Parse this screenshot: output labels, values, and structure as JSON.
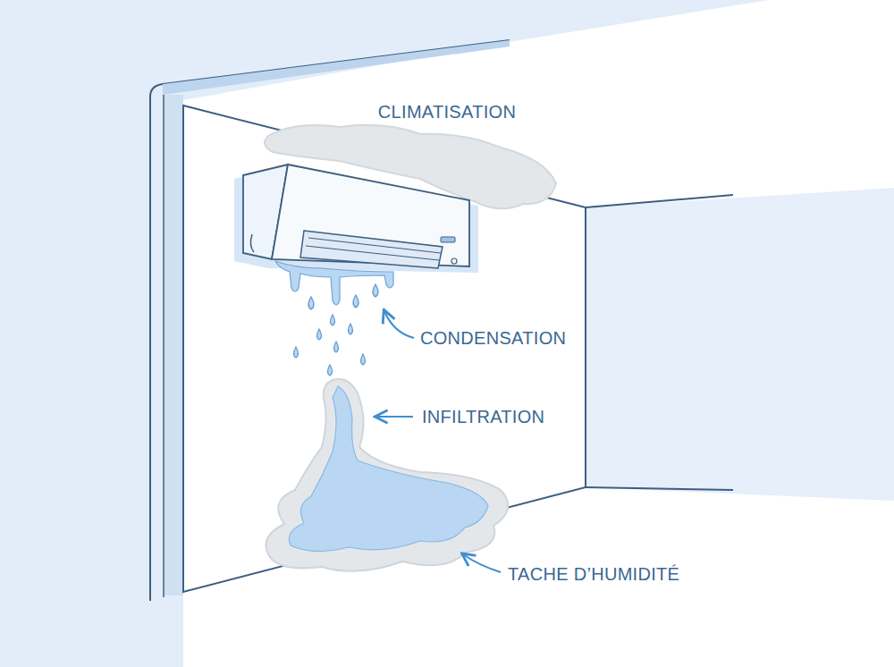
{
  "diagram": {
    "labels": [
      "CLIMATISATION",
      "CONDENSATION",
      "INFILTRATION",
      "TACHE D’HUMIDITÉ"
    ]
  }
}
